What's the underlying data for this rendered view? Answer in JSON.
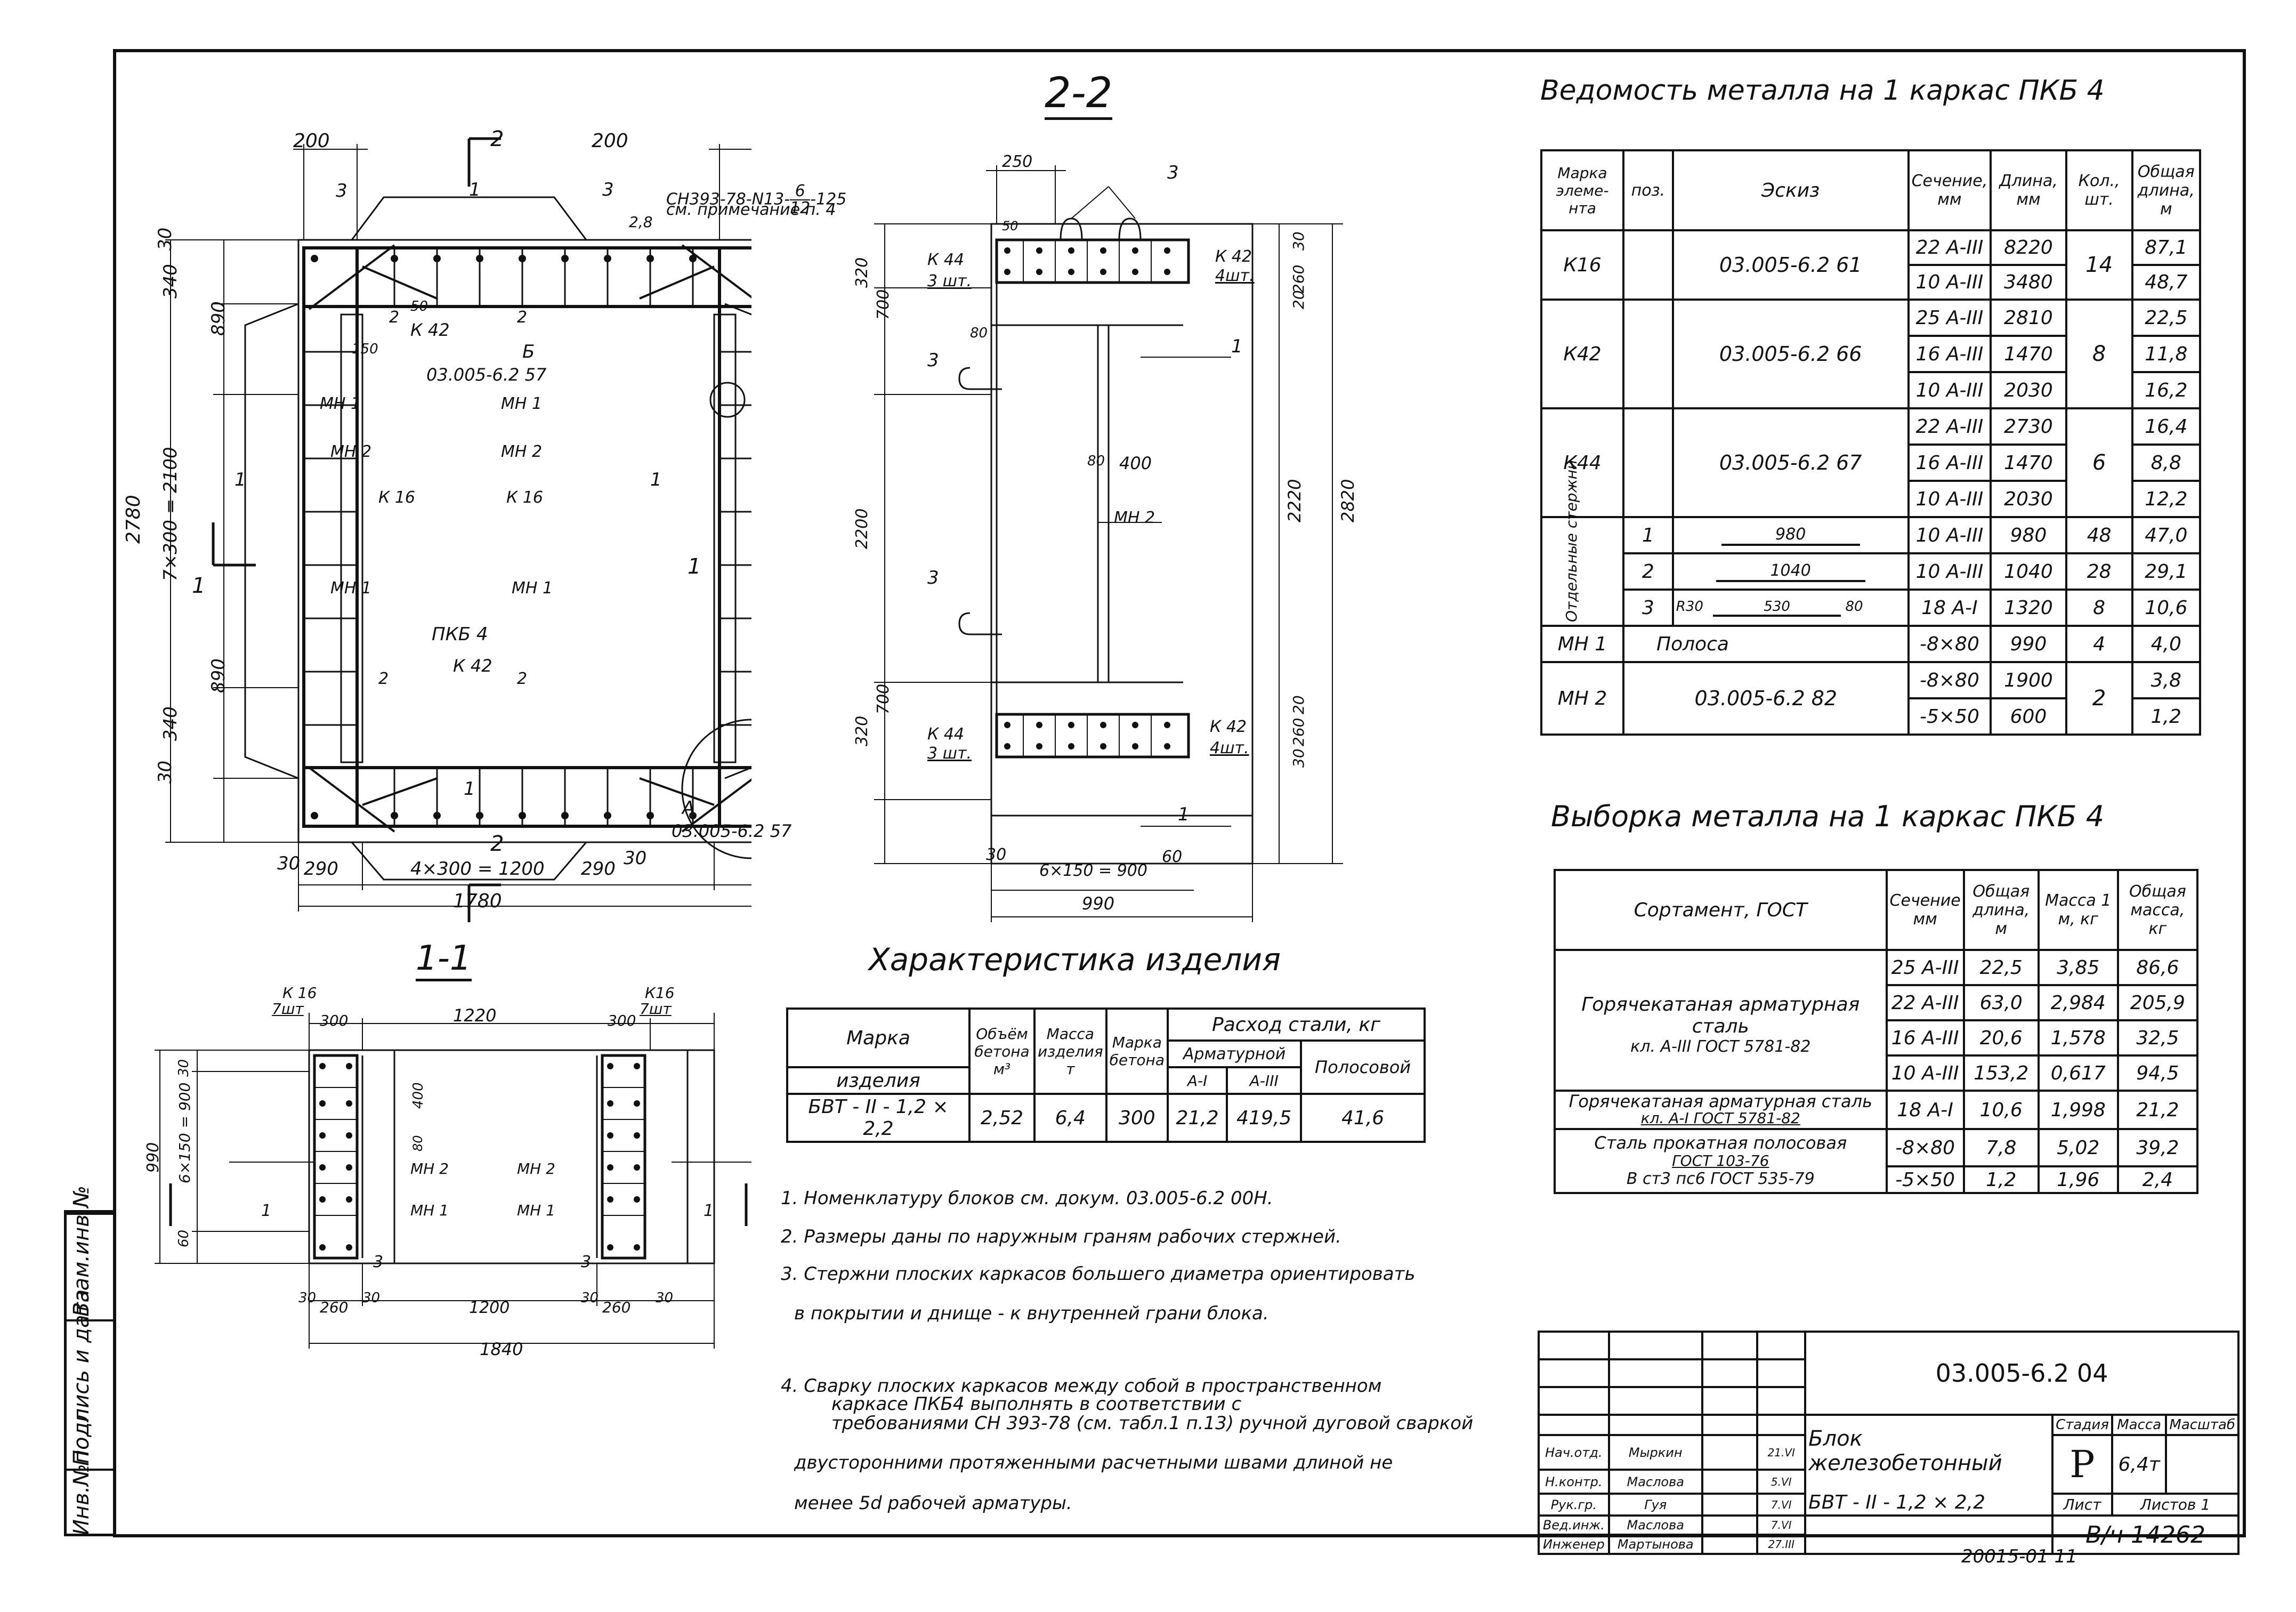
{
  "section_22": {
    "title": "2-2"
  },
  "section_11": {
    "title": "1-1"
  },
  "plan": {
    "dims": {
      "top_left": "200",
      "top_right": "200",
      "d30a": "30",
      "d340a": "340",
      "d890a": "890",
      "d2780": "2780",
      "d7x300": "7×300 = 2100",
      "d890b": "890",
      "d340b": "340",
      "d30b": "30",
      "bot_30a": "30",
      "bot_290a": "290",
      "bot_4x300": "4×300 = 1200",
      "bot_290b": "290",
      "bot_30b": "30",
      "total": "1780"
    },
    "labels": {
      "sec2top": "2",
      "sec2bot": "2",
      "sec1l": "1",
      "sec1r": "1",
      "k42top": "К 42",
      "k42bot": "К 42",
      "mn1a": "МН 1",
      "mn1b": "МН 1",
      "mn1c": "МН 1",
      "mn1d": "МН 1",
      "mn2a": "МН 2",
      "mn2b": "МН 2",
      "k16a": "К 16",
      "k16b": "К 16",
      "pkb4": "ПКБ 4",
      "pos1top": "1",
      "pos1bot": "1",
      "pos1l": "1",
      "pos1r": "1",
      "pos2a": "2",
      "pos2b": "2",
      "pos2c": "2",
      "pos2d": "2",
      "pos3a": "3",
      "pos3b": "3",
      "d150": "150",
      "d50": "50",
      "callout_b": "Б",
      "callout_b_ref": "03.005-6.2  57",
      "callout_a": "А",
      "callout_a_ref": "03.005-6.2  57",
      "weld_ref": "СН393-78-N13-",
      "weld_frac_num": "6",
      "weld_frac_den": "12",
      "weld_tail": "-125",
      "weld_note": "см. примечание п. 4",
      "d28": "2,8"
    }
  },
  "section22": {
    "dims": {
      "d250": "250",
      "d50": "50",
      "d320a": "320",
      "d700a": "700",
      "d2200": "2200",
      "d700b": "700",
      "d320b": "320",
      "d30r": "30",
      "d260a": "260",
      "d20a": "20",
      "d2220": "2220",
      "d2820": "2820",
      "d80": "80",
      "d400": "400",
      "d80b": "80",
      "d20b": "20",
      "d260b": "260",
      "d30rb": "30",
      "d6x150": "6×150 = 900",
      "d990": "990",
      "d30l": "30",
      "d60": "60"
    },
    "labels": {
      "k44a": "К 44",
      "k44a_n": "3 шт.",
      "k42a": "К 42",
      "k42a_n": "4шт.",
      "k44b": "К 44",
      "k44b_n": "3 шт.",
      "k42b": "К 42",
      "k42b_n": "4шт.",
      "pos3a": "3",
      "pos3b": "3",
      "pos3c": "3",
      "pos1a": "1",
      "pos1b": "1",
      "mn2": "МН 2"
    }
  },
  "section11": {
    "dims": {
      "d300a": "300",
      "d1220": "1220",
      "d300b": "300",
      "d30": "30",
      "d400": "400",
      "d80": "80",
      "d990": "990",
      "d6x150": "6×150 = 900",
      "d60": "60",
      "d30a": "30",
      "d260a": "260",
      "d30b": "30",
      "d1200": "1200",
      "d30c": "30",
      "d260b": "260",
      "d30d": "30",
      "d1840": "1840"
    },
    "labels": {
      "k16l": "К 16",
      "k16l_n": "7шт",
      "k16r": "К16",
      "k16r_n": "7шт",
      "mn2l": "МН 2",
      "mn1l": "МН 1",
      "mn2r": "МН 2",
      "mn1r": "МН 1",
      "pos1l": "1",
      "pos1r": "1",
      "pos3l": "3",
      "pos3r": "3"
    }
  },
  "metal_sheet": {
    "title": "Ведомость металла на 1 каркас  ПКБ 4",
    "headers": [
      "Марка элеме-нта",
      "поз.",
      "Эскиз",
      "Сечение, мм",
      "Длина, мм",
      "Кол., шт.",
      "Общая длина, м"
    ],
    "rows": [
      {
        "mark": "К16",
        "pos": "",
        "sketch": "03.005-6.2  61",
        "lines": [
          [
            "22 А-III",
            "8220",
            "87,1"
          ],
          [
            "10 А-III",
            "3480",
            "48,7"
          ]
        ],
        "qty": "14"
      },
      {
        "mark": "К42",
        "pos": "",
        "sketch": "03.005-6.2  66",
        "lines": [
          [
            "25 А-III",
            "2810",
            "22,5"
          ],
          [
            "16 А-III",
            "1470",
            "11,8"
          ],
          [
            "10 А-III",
            "2030",
            "16,2"
          ]
        ],
        "qty": "8"
      },
      {
        "mark": "К44",
        "pos": "",
        "sketch": "03.005-6.2  67",
        "lines": [
          [
            "22 А-III",
            "2730",
            "16,4"
          ],
          [
            "16 А-III",
            "1470",
            "8,8"
          ],
          [
            "10 А-III",
            "2030",
            "12,2"
          ]
        ],
        "qty": "6"
      }
    ],
    "separate_label": "Отдельные стержни",
    "separate": [
      {
        "pos": "1",
        "sketch": "980",
        "sec": "10 А-III",
        "len": "980",
        "qty": "48",
        "total": "47,0"
      },
      {
        "pos": "2",
        "sketch": "1040",
        "sec": "10 А-III",
        "len": "1040",
        "qty": "28",
        "total": "29,1"
      },
      {
        "pos": "3",
        "sketch": "530",
        "sketch_r": "R30",
        "sketch_80": "80",
        "sec": "18 А-I",
        "len": "1320",
        "qty": "8",
        "total": "10,6"
      }
    ],
    "mn1": {
      "mark": "МН 1",
      "sketch": "Полоса",
      "sec": "-8×80",
      "len": "990",
      "qty": "4",
      "total": "4,0"
    },
    "mn2": {
      "mark": "МН 2",
      "sketch": "03.005-6.2  82",
      "lines": [
        [
          "-8×80",
          "1900",
          "3,8"
        ],
        [
          "-5×50",
          "600",
          "1,2"
        ]
      ],
      "qty": "2"
    }
  },
  "metal_select": {
    "title": "Выборка  металла  на 1 каркас  ПКБ 4",
    "headers": [
      "Сортамент, ГОСТ",
      "Сечение мм",
      "Общая длина, м",
      "Масса 1 м, кг",
      "Общая масса, кг"
    ],
    "group1": {
      "name": "Горячекатаная арматурная сталь",
      "gost": "кл. А-III  ГОСТ 5781-82",
      "rows": [
        [
          "25 А-III",
          "22,5",
          "3,85",
          "86,6"
        ],
        [
          "22 А-III",
          "63,0",
          "2,984",
          "205,9"
        ],
        [
          "16 А-III",
          "20,6",
          "1,578",
          "32,5"
        ],
        [
          "10 А-III",
          "153,2",
          "0,617",
          "94,5"
        ]
      ]
    },
    "group2": {
      "name": "Горячекатаная арматурная сталь",
      "gost": "кл. А-I  ГОСТ 5781-82",
      "row": [
        "18 А-I",
        "10,6",
        "1,998",
        "21,2"
      ]
    },
    "group3": {
      "name": "Сталь прокатная полосовая",
      "gost": "ГОСТ 103-76",
      "gost2": "В ст3 пс6 ГОСТ 535-79",
      "rows": [
        [
          "-8×80",
          "7,8",
          "5,02",
          "39,2"
        ],
        [
          "-5×50",
          "1,2",
          "1,96",
          "2,4"
        ]
      ]
    }
  },
  "product": {
    "title": "Характеристика  изделия",
    "h_mark": "Марка",
    "h_mark2": "изделия",
    "h_vol": "Объём бетона м³",
    "h_mass": "Масса изделия т",
    "h_conc": "Марка бетона",
    "h_steel": "Расход стали, кг",
    "h_rebar": "Арматурной",
    "h_ai": "А-I",
    "h_aiii": "А-III",
    "h_strip": "Полосовой",
    "row": {
      "mark": "БВТ - II - 1,2 × 2,2",
      "vol": "2,52",
      "mass": "6,4",
      "conc": "300",
      "ai": "21,2",
      "aiii": "419,5",
      "strip": "41,6"
    }
  },
  "notes": [
    "1. Номенклатуру                  блоков см. докум. 03.005-6.2  00Н.",
    "2. Размеры даны по наружным граням рабочих стержней.",
    "3. Стержни плоских каркасов большего диаметра ориентировать",
    "в покрытии и днище - к внутренней грани блока.",
    "4. Сварку плоских каркасов между собой в пространственном",
    "каркасе ПКБ4   выполнять   в соответствии с",
    "требованиями СН 393-78 (см. табл.1 п.13) ручной дуговой сваркой",
    "двусторонними протяженными расчетными швами длиной не",
    "менее 5d рабочей арматуры."
  ],
  "stamp": {
    "code": "03.005-6.2  04",
    "name1": "Блок железобетонный",
    "name2": "БВТ - II - 1,2 × 2,2",
    "stage_h": "Стадия",
    "mass_h": "Масса",
    "scale_h": "Масштаб",
    "stage": "Р",
    "mass": "6,4т",
    "sheet_h": "Лист",
    "sheets_h": "Листов 1",
    "org": "В/ч 14262",
    "people": [
      [
        "Нач.отд.",
        "Мыркин",
        "",
        "21.VI"
      ],
      [
        "Н.контр.",
        "Маслова",
        "",
        "5.VI"
      ],
      [
        "Рук.гр.",
        "Гуя",
        "",
        "7.VI"
      ],
      [
        "Вед.инж.",
        "Маслова",
        "",
        "7.VI"
      ],
      [
        "Инженер",
        "Мартынова",
        "",
        "27.III"
      ]
    ],
    "bottom": "20015-01  11"
  },
  "side": {
    "a": "Взам.инв.№",
    "b": "Подпись и дата",
    "c": "Инв.№подл."
  }
}
